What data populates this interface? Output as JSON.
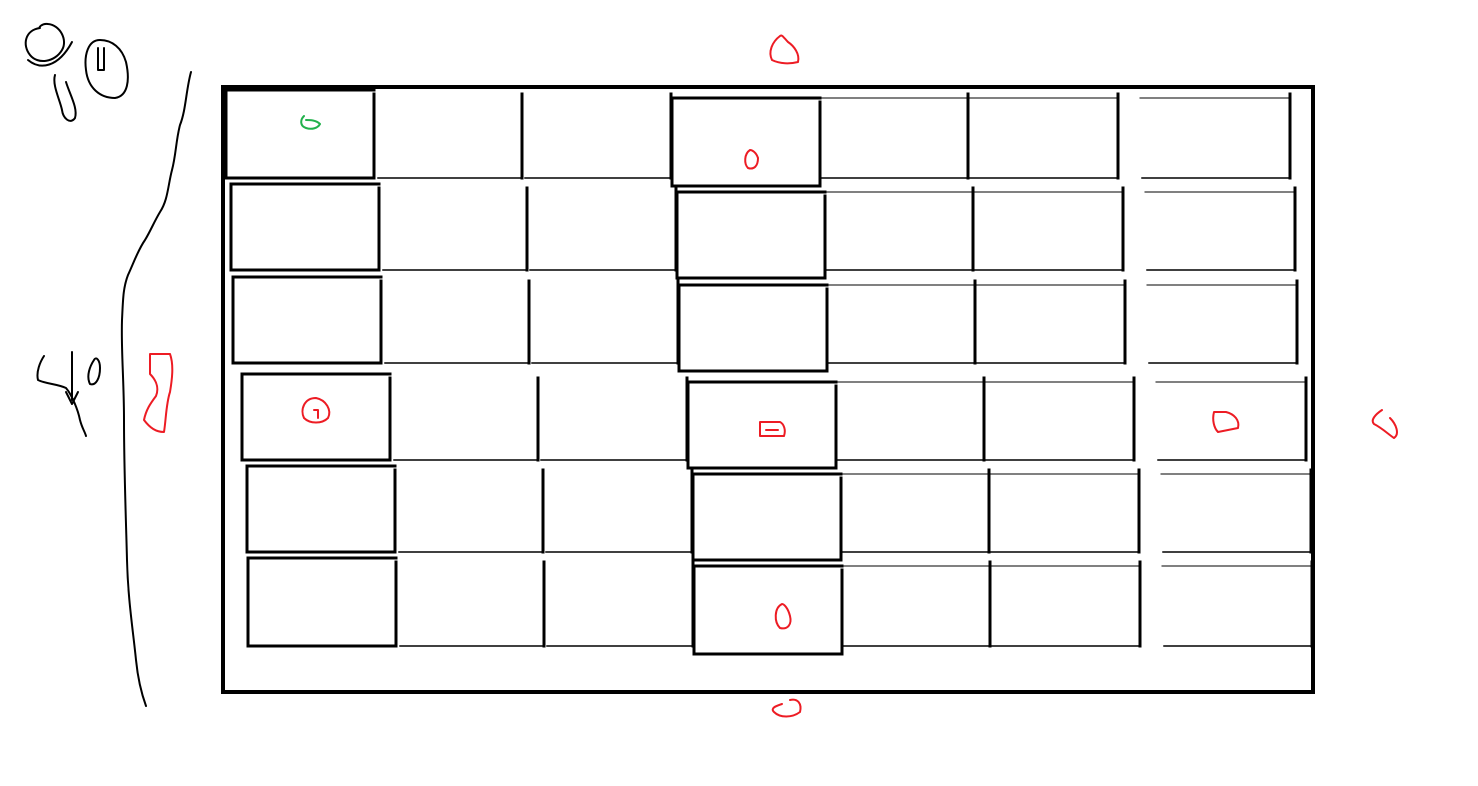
{
  "canvas": {
    "background": "#ffffff",
    "stroke_color": "#000000"
  },
  "grid": {
    "rows": 6,
    "columns": 7
  },
  "markers": [
    {
      "id": "marker-top-center",
      "color": "#ed1c24"
    },
    {
      "id": "marker-bottom-center",
      "color": "#ed1c24"
    },
    {
      "id": "marker-left-middle",
      "color": "#ed1c24"
    },
    {
      "id": "marker-right-middle",
      "color": "#ed1c24"
    },
    {
      "id": "marker-r0c0-green",
      "color": "#22b14c"
    },
    {
      "id": "marker-r0c3",
      "color": "#ed1c24"
    },
    {
      "id": "marker-r3c0",
      "color": "#ed1c24"
    },
    {
      "id": "marker-r3c3",
      "color": "#ed1c24"
    },
    {
      "id": "marker-r3c6",
      "color": "#ed1c24"
    },
    {
      "id": "marker-r5c3",
      "color": "#ed1c24"
    }
  ]
}
